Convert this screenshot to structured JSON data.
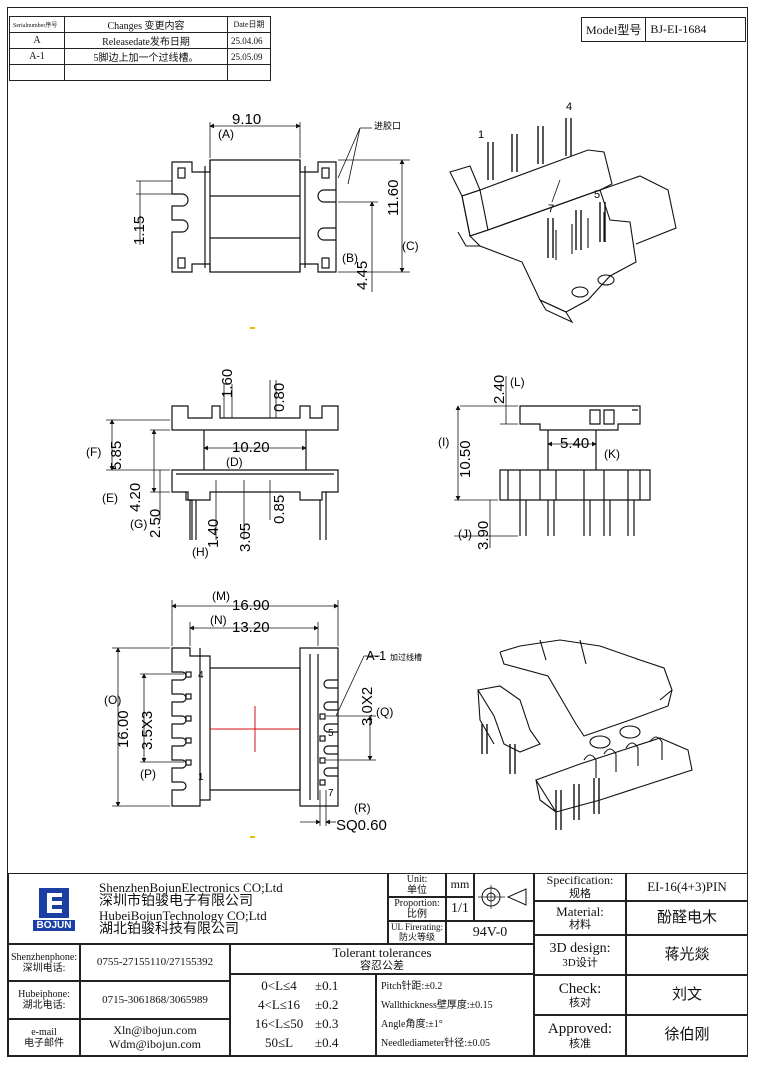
{
  "revision_table": {
    "headers": {
      "serial": "Serialnumber序号",
      "changes": "Changes 变更内容",
      "date": "Date日期"
    },
    "rows": [
      {
        "serial": "A",
        "change": "Releasedate发布日期",
        "date": "25.04.06"
      },
      {
        "serial": "A-1",
        "change": "5脚边上加一个过线槽。",
        "date": "25.05.09"
      }
    ]
  },
  "model": {
    "label": "Model型号",
    "value": "BJ-EI-1684"
  },
  "top_view": {
    "dim_A": "9.10",
    "label_A": "(A)",
    "dim_B": "4.45",
    "label_B": "(B)",
    "dim_C": "11.60",
    "label_C": "(C)",
    "dim_115": "1.15",
    "note_glue": "进胶口"
  },
  "iso_view_1": {
    "pins": [
      "1",
      "4",
      "5",
      "7"
    ]
  },
  "front_view": {
    "dim_160": "1.60",
    "dim_080": "0.80",
    "dim_D": "10.20",
    "label_D": "(D)",
    "dim_F": "5.85",
    "label_F": "(F)",
    "dim_E": "4.20",
    "label_E": "(E)",
    "dim_G": "2.50",
    "label_G": "(G)",
    "dim_H": "1.40",
    "label_H": "(H)",
    "dim_305": "3.05",
    "dim_085": "0.85"
  },
  "side_view": {
    "dim_L": "2.40",
    "label_L": "(L)",
    "dim_I": "10.50",
    "label_I": "(I)",
    "dim_K": "5.40",
    "label_K": "(K)",
    "dim_J": "3.90",
    "label_J": "(J)"
  },
  "bottom_view": {
    "dim_M": "16.90",
    "label_M": "(M)",
    "dim_N": "13.20",
    "label_N": "(N)",
    "dim_O": "16.00",
    "label_O": "(O)",
    "dim_P": "3.5X3",
    "label_P": "(P)",
    "dim_Q": "3.0X2",
    "label_Q": "(Q)",
    "dim_R": "SQ0.60",
    "label_R": "(R)",
    "note_A1": "A-1",
    "note_slot": "加过线槽",
    "pins": [
      "4",
      "1",
      "5",
      "7"
    ]
  },
  "title_block": {
    "company_en_1": "ShenzhenBojunElectronics CO;Ltd",
    "company_cn_1": "深圳市铂骏电子有限公司",
    "company_en_2": "HubeiBojunTechnology CO;Ltd",
    "company_cn_2": "湖北铂骏科技有限公司",
    "logo_text": "BOJUN",
    "unit_label": "Unit:",
    "unit_label_cn": "单位",
    "unit_value": "mm",
    "proportion_label": "Proportion:",
    "proportion_label_cn": "比例",
    "proportion_value": "1/1",
    "ul_label": "UL Firerating:",
    "ul_label_cn": "防火等级",
    "ul_value": "94V-0",
    "spec_label": "Specification:",
    "spec_label_cn": "规格",
    "spec_value": "EI-16(4+3)PIN",
    "material_label": "Material:",
    "material_label_cn": "材料",
    "material_value": "酚醛电木",
    "design_label": "3D design:",
    "design_label_cn": "3D设计",
    "design_value": "蒋光燚",
    "check_label": "Check:",
    "check_label_cn": "核对",
    "check_value": "刘文",
    "approved_label": "Approved:",
    "approved_label_cn": "核准",
    "approved_value": "徐伯刚",
    "shenzhen_phone_label": "Shenzhenphone:",
    "shenzhen_phone_label_cn": "深圳电话:",
    "shenzhen_phone": "0755-27155110/27155392",
    "hubei_phone_label": "Hubeiphone:",
    "hubei_phone_label_cn": "湖北电话:",
    "hubei_phone": "0715-3061868/3065989",
    "email_label": "e-mail",
    "email_label_cn": "电子邮件",
    "email_1": "Xln@ibojun.com",
    "email_2": "Wdm@ibojun.com",
    "tolerance_title": "Tolerant tolerances",
    "tolerance_title_cn": "容忍公差",
    "tolerances": [
      {
        "range": "0<L≤4",
        "value": "±0.1"
      },
      {
        "range": "4<L≤16",
        "value": "±0.2"
      },
      {
        "range": "16<L≤50",
        "value": "±0.3"
      },
      {
        "range": "50≤L",
        "value": "±0.4"
      }
    ],
    "notes": [
      "Pitch针距:±0.2",
      "Wallthickness壁厚度:±0.15",
      "Angle角度:±1°",
      "Needlediameter针径:±0.05"
    ]
  }
}
